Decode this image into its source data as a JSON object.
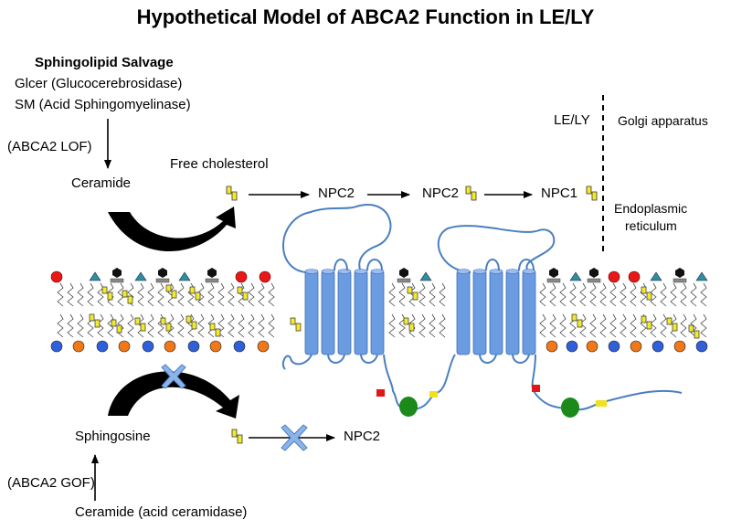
{
  "title": "Hypothetical Model of ABCA2 Function in LE/LY",
  "salvage": {
    "heading": "Sphingolipid Salvage",
    "line1": "Glcer (Glucocerebrosidase)",
    "line2": "SM (Acid Sphingomyelinase)"
  },
  "top_pathway": {
    "lof": "(ABCA2 LOF)",
    "ceramide": "Ceramide",
    "free_cholesterol": "Free cholesterol",
    "npc2_a": "NPC2",
    "npc2_b": "NPC2",
    "npc1": "NPC1"
  },
  "compartments": {
    "le_ly": "LE/LY",
    "golgi": "Golgi apparatus",
    "er_line1": "Endoplasmic",
    "er_line2": "reticulum"
  },
  "bottom_pathway": {
    "sphingosine": "Sphingosine",
    "npc2": "NPC2",
    "gof": "(ABCA2 GOF)",
    "ceramide_ac": "Ceramide (acid ceramidase)"
  },
  "colors": {
    "membrane_protein": "#6b9be0",
    "membrane_protein_edge": "#3f6fb5",
    "loop": "#4a7fc0",
    "cholesterol": "#f2ea2a",
    "red_head": "#e81818",
    "blue_head": "#2f5fd9",
    "orange_head": "#f07818",
    "teal_head": "#2f8f9f",
    "green_domain": "#1b8a1b",
    "x_mark": "#8cb4ea"
  }
}
